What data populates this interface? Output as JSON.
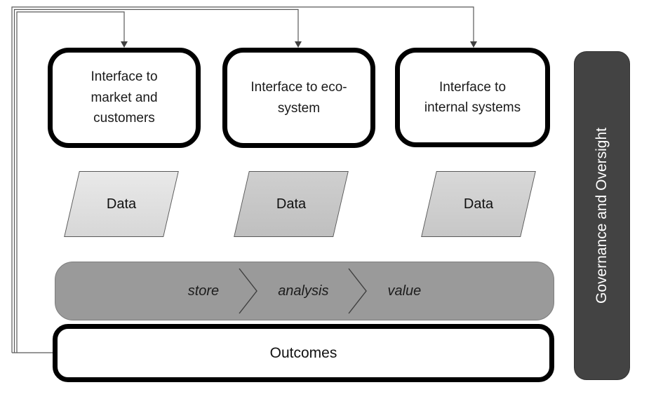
{
  "diagram": {
    "interfaces": [
      {
        "label": "Interface to market and customers"
      },
      {
        "label": "Interface to eco-system"
      },
      {
        "label": "Interface to internal systems"
      }
    ],
    "data_nodes": [
      {
        "label": "Data"
      },
      {
        "label": "Data"
      },
      {
        "label": "Data"
      }
    ],
    "process_bar": {
      "steps": [
        "store",
        "analysis",
        "value"
      ]
    },
    "outcomes": {
      "label": "Outcomes"
    },
    "governance": {
      "label": "Governance and Oversight"
    },
    "colors": {
      "box_border": "#000000",
      "connector_line": "#595959",
      "arrowhead": "#404040",
      "data_fill_light": "#e0e0e0",
      "data_fill_medium": "#c6c6c6",
      "data_fill_mid_light": "#d0d0d0",
      "process_bar_fill": "#9a9a9a",
      "governance_fill": "#434343",
      "governance_text": "#ffffff",
      "text": "#1a1a1a"
    }
  }
}
